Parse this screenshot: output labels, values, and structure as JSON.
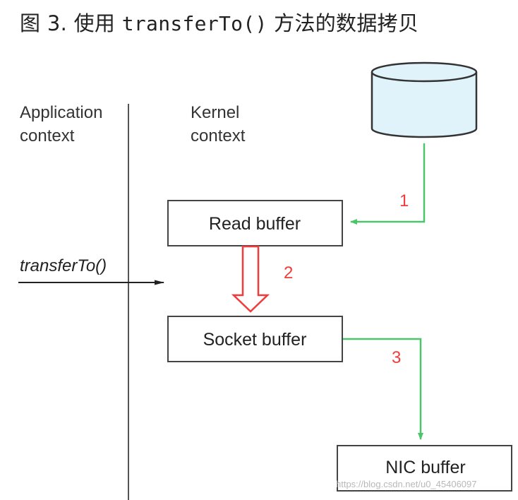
{
  "title": {
    "prefix": "图 3. 使用 ",
    "code": "transferTo()",
    "suffix": " 方法的数据拷贝"
  },
  "diagram": {
    "app_context": [
      "Application",
      "context"
    ],
    "kernel_context": [
      "Kernel",
      "context"
    ],
    "call_label": "transferTo()",
    "read_buffer": "Read buffer",
    "socket_buffer": "Socket buffer",
    "nic_buffer": "NIC buffer",
    "step1": "1",
    "step2": "2",
    "step3": "3"
  },
  "watermark": "https://blog.csdn.net/u0_45406097",
  "colors": {
    "green": "#4cc46a",
    "red": "#f03c3c",
    "cylinder_fill": "#e1f3fa",
    "line": "#444444"
  }
}
